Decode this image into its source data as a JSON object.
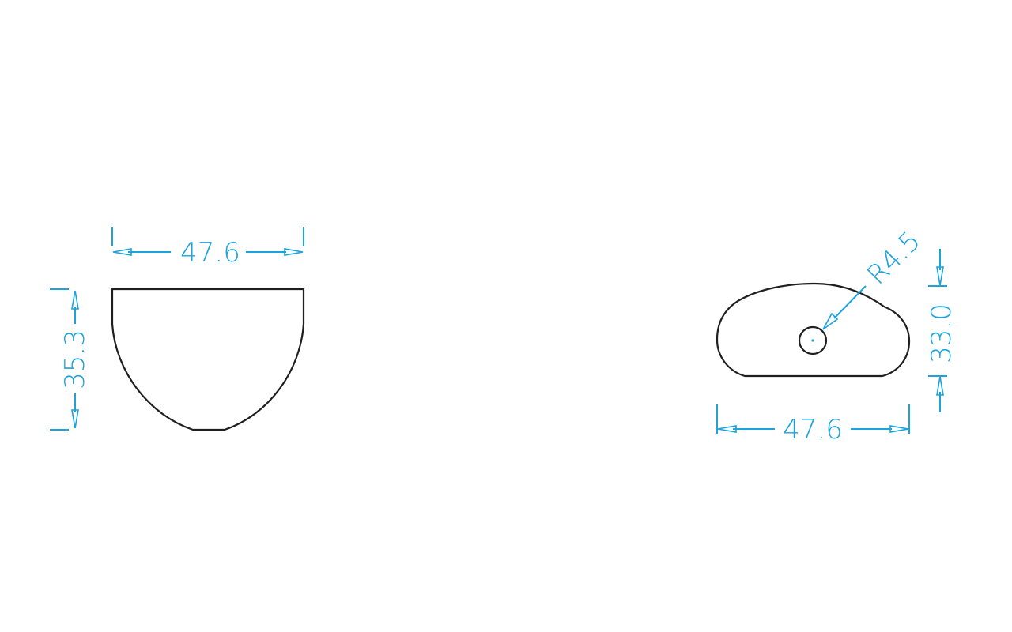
{
  "front_view": {
    "width_label": "47.6",
    "height_label": "35.3"
  },
  "top_view": {
    "width_label": "47.6",
    "height_label": "33.0",
    "radius_label": "R4.5"
  },
  "colors": {
    "dimension": "#1aa3dc",
    "outline": "#1f1f1f",
    "background": "#ffffff"
  }
}
